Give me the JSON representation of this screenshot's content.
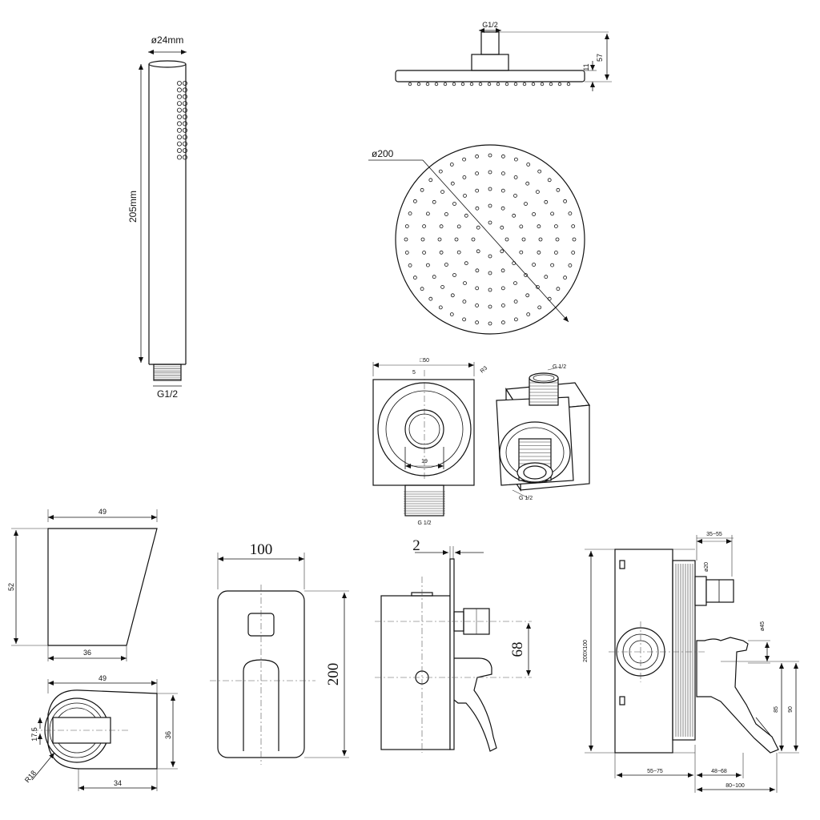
{
  "hand_shower": {
    "diameter_label": "ø24mm",
    "length_label": "205mm",
    "thread_label": "G1/2"
  },
  "head_side": {
    "thread_label": "G1/2",
    "height_label": "57",
    "thickness_label": "11"
  },
  "head_plan": {
    "diameter_label": "ø200"
  },
  "wall_elbow": {
    "top_label": "□50",
    "corner_label": "R3",
    "center_label": "5",
    "bore_label": "19",
    "bottom_thread_label": "G 1/2",
    "iso_top_thread_label": "G 1/2",
    "iso_bottom_thread_label": "G 1/2"
  },
  "holder_side": {
    "top_width_label": "49",
    "height_label": "52",
    "bottom_width_label": "36"
  },
  "holder_plan": {
    "width_label": "49",
    "depth_label": "36",
    "offset_label": "17.5",
    "radius_label": "R18",
    "bottom_label": "34"
  },
  "plate_front": {
    "width_label": "100",
    "height_label": "200"
  },
  "plate_side": {
    "thickness_label": "2",
    "offset_label": "68"
  },
  "valve_box": {
    "top_label": "35~55",
    "pipe_label": "ø20",
    "outlet_label": "ø45",
    "size_label": "200X100",
    "h85_label": "85",
    "h90_label": "90",
    "left_depth_label": "55~75",
    "mid_depth_label": "48~68",
    "total_depth_label": "80~100"
  }
}
